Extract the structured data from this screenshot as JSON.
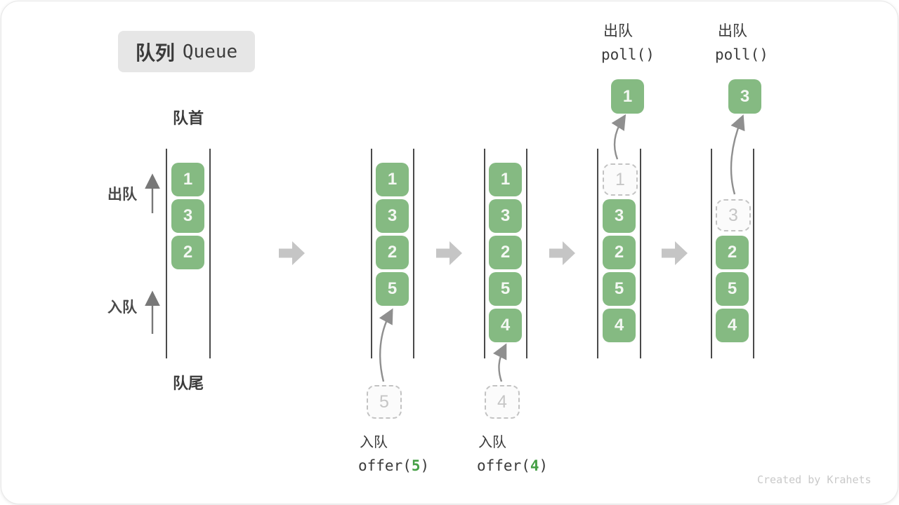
{
  "title": {
    "zh": "队列",
    "en": "Queue"
  },
  "labels": {
    "front": "队首",
    "rear": "队尾",
    "dequeue": "出队",
    "enqueue": "入队"
  },
  "states": {
    "s1": {
      "items": [
        "1",
        "3",
        "2"
      ]
    },
    "s2": {
      "items": [
        "1",
        "3",
        "2",
        "5"
      ],
      "incoming": "5",
      "op_action": "入队",
      "op_code_prefix": "offer(",
      "op_code_arg": "5",
      "op_code_suffix": ")"
    },
    "s3": {
      "items": [
        "1",
        "3",
        "2",
        "5",
        "4"
      ],
      "incoming": "4",
      "op_action": "入队",
      "op_code_prefix": "offer(",
      "op_code_arg": "4",
      "op_code_suffix": ")"
    },
    "s4": {
      "removed_slot": "1",
      "items": [
        "3",
        "2",
        "5",
        "4"
      ],
      "polled": "1",
      "op_action": "出队",
      "op_code": "poll()"
    },
    "s5": {
      "removed_slot": "3",
      "items": [
        "2",
        "5",
        "4"
      ],
      "polled": "3",
      "op_action": "出队",
      "op_code": "poll()"
    }
  },
  "icons": {
    "flow_arrow": "block-arrow-right",
    "side_arrow": "thin-arrow-up",
    "move_arrow": "curved-arrow-up"
  },
  "colors": {
    "box_green": "#85BA82",
    "accent_green": "#46A046",
    "block_arrow_gray": "#C5C5C5",
    "curve_arrow_gray": "#8F8F8F",
    "dashed_gray": "#C3C3C3",
    "text_dark": "#3A3A3A",
    "badge_bg": "#E6E6E6"
  },
  "watermark": "Created by Krahets"
}
